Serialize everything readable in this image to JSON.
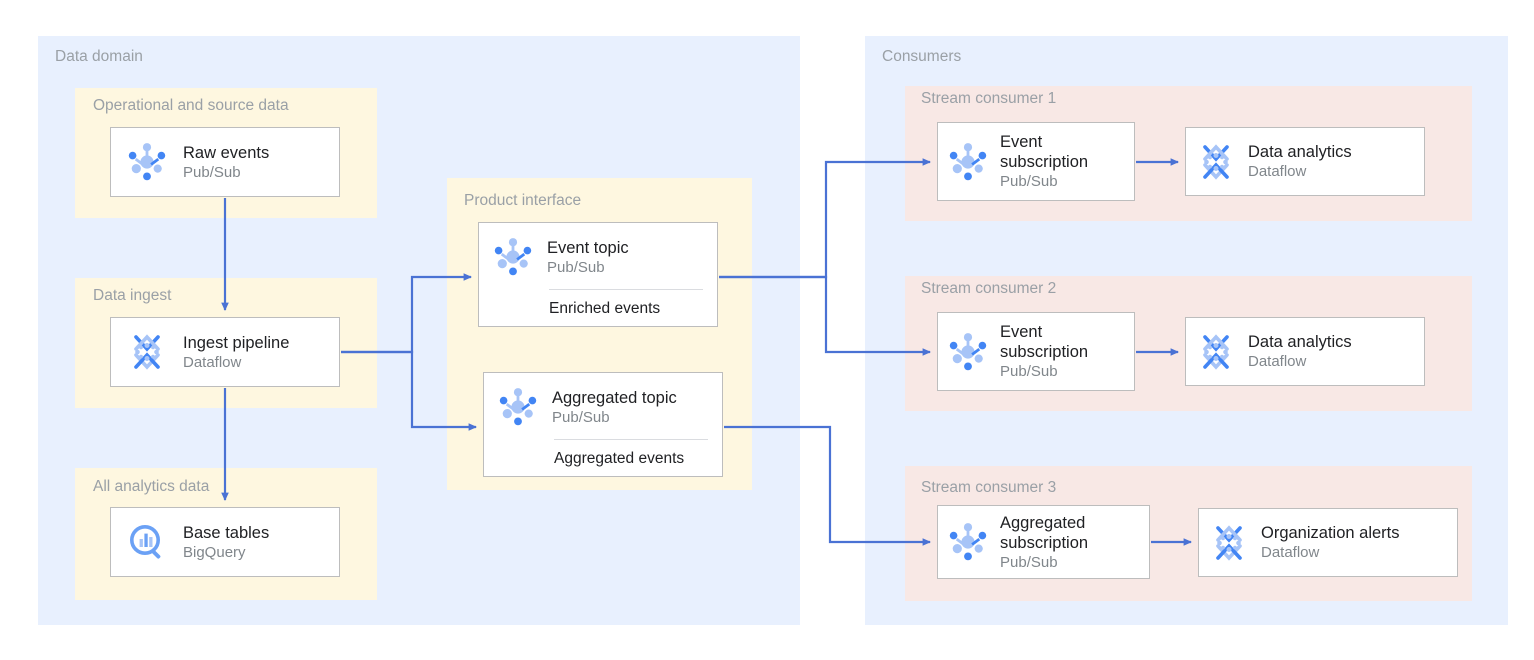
{
  "theme": {
    "accent_line": "#4a72d4",
    "panel_blue": "#e8f0fe",
    "panel_yellow": "#fef7e0",
    "panel_pink": "#f8e8e5",
    "card_border": "#bdbdbd",
    "group_title_color": "#9aa0a6",
    "title_color": "#202124",
    "subtitle_color": "#80868b",
    "icon_blue_dark": "#4285f4",
    "icon_blue_light": "#a7c4f7"
  },
  "domains": {
    "data_domain": {
      "title": "Data domain",
      "groups": {
        "operational": {
          "title": "Operational and source data",
          "cards": [
            {
              "title": "Raw events",
              "subtitle": "Pub/Sub",
              "icon": "pubsub-icon"
            }
          ]
        },
        "ingest": {
          "title": "Data ingest",
          "cards": [
            {
              "title": "Ingest pipeline",
              "subtitle": "Dataflow",
              "icon": "dataflow-icon"
            }
          ]
        },
        "analytics": {
          "title": "All analytics data",
          "cards": [
            {
              "title": "Base tables",
              "subtitle": "BigQuery",
              "icon": "bigquery-icon"
            }
          ]
        },
        "product_interface": {
          "title": "Product interface",
          "cards": [
            {
              "title": "Event topic",
              "subtitle": "Pub/Sub",
              "icon": "pubsub-icon",
              "footer": "Enriched events"
            },
            {
              "title": "Aggregated topic",
              "subtitle": "Pub/Sub",
              "icon": "pubsub-icon",
              "footer": "Aggregated events"
            }
          ]
        }
      }
    },
    "consumers": {
      "title": "Consumers",
      "groups": [
        {
          "title": "Stream consumer 1",
          "cards": [
            {
              "title": "Event subscription",
              "subtitle": "Pub/Sub",
              "icon": "pubsub-icon"
            },
            {
              "title": "Data analytics",
              "subtitle": "Dataflow",
              "icon": "dataflow-icon"
            }
          ]
        },
        {
          "title": "Stream consumer 2",
          "cards": [
            {
              "title": "Event subscription",
              "subtitle": "Pub/Sub",
              "icon": "pubsub-icon"
            },
            {
              "title": "Data analytics",
              "subtitle": "Dataflow",
              "icon": "dataflow-icon"
            }
          ]
        },
        {
          "title": "Stream consumer 3",
          "cards": [
            {
              "title": "Aggregated subscription",
              "subtitle": "Pub/Sub",
              "icon": "pubsub-icon"
            },
            {
              "title": "Organization alerts",
              "subtitle": "Dataflow",
              "icon": "dataflow-icon"
            }
          ]
        }
      ]
    }
  },
  "connections": [
    {
      "from": "Raw events",
      "to": "Ingest pipeline"
    },
    {
      "from": "Ingest pipeline",
      "to": "Base tables"
    },
    {
      "from": "Ingest pipeline",
      "to": "Event topic"
    },
    {
      "from": "Ingest pipeline",
      "to": "Aggregated topic"
    },
    {
      "from": "Event topic",
      "to": "Event subscription (Stream consumer 1)"
    },
    {
      "from": "Event topic",
      "to": "Event subscription (Stream consumer 2)"
    },
    {
      "from": "Aggregated topic",
      "to": "Aggregated subscription (Stream consumer 3)"
    },
    {
      "from": "Event subscription (Stream consumer 1)",
      "to": "Data analytics (Stream consumer 1)"
    },
    {
      "from": "Event subscription (Stream consumer 2)",
      "to": "Data analytics (Stream consumer 2)"
    },
    {
      "from": "Aggregated subscription (Stream consumer 3)",
      "to": "Organization alerts (Stream consumer 3)"
    }
  ]
}
